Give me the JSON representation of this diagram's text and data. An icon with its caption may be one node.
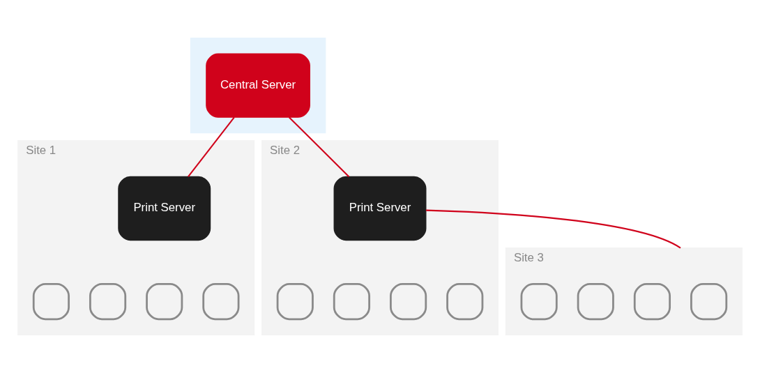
{
  "diagram": {
    "nodes": [
      {
        "text": [],
        "shape": "box"
      },
      {
        "text": [
          "Central Server"
        ],
        "in": 0
      },
      {
        "text": [
          "Site 1"
        ]
      },
      {
        "text": [
          "Print Server"
        ],
        "in": 2
      },
      {
        "text": [],
        "shape": "picture",
        "in": 2
      },
      {
        "text": [],
        "shape": "picture",
        "in": 2
      },
      {
        "text": [],
        "shape": "picture",
        "in": 2
      },
      {
        "text": [],
        "shape": "picture",
        "in": 2
      },
      {
        "text": [
          "Site 2"
        ]
      },
      {
        "text": [
          "Print Server"
        ],
        "in": 8
      },
      {
        "text": [],
        "shape": "picture",
        "in": 8
      },
      {
        "text": [],
        "shape": "picture",
        "in": 8
      },
      {
        "text": [],
        "shape": "picture",
        "in": 8
      },
      {
        "text": [],
        "shape": "picture",
        "in": 8
      },
      {
        "text": [
          "Site 3"
        ]
      },
      {
        "text": [],
        "shape": "picture",
        "in": 14
      },
      {
        "text": [],
        "shape": "picture",
        "in": 14
      },
      {
        "text": [],
        "shape": "picture",
        "in": 14
      },
      {
        "text": [],
        "shape": "picture",
        "in": 14
      }
    ],
    "edges": [
      {
        "from": 1,
        "to": 3,
        "arrow": "none"
      },
      {
        "from": 1,
        "to": 9,
        "arrow": "none"
      },
      {
        "from": 9,
        "to": 14,
        "arrow": "none"
      }
    ]
  }
}
